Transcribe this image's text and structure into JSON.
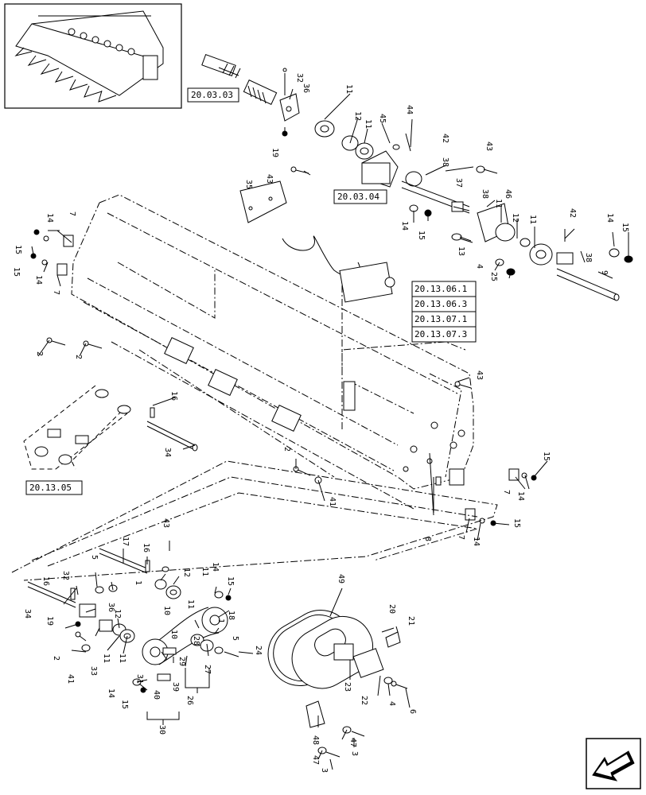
{
  "callouts": [
    {
      "id": "c32a",
      "text": "32"
    },
    {
      "id": "c36a",
      "text": "36"
    },
    {
      "id": "c19a",
      "text": "19"
    },
    {
      "id": "c11a",
      "text": "11"
    },
    {
      "id": "c12a",
      "text": "12"
    },
    {
      "id": "c11b",
      "text": "11"
    },
    {
      "id": "c45",
      "text": "45"
    },
    {
      "id": "c44",
      "text": "44"
    },
    {
      "id": "c42a",
      "text": "42"
    },
    {
      "id": "c43a",
      "text": "43"
    },
    {
      "id": "c38a",
      "text": "38"
    },
    {
      "id": "c37",
      "text": "37"
    },
    {
      "id": "c43b",
      "text": "43"
    },
    {
      "id": "c35",
      "text": "35"
    },
    {
      "id": "c38b",
      "text": "38"
    },
    {
      "id": "c46",
      "text": "46"
    },
    {
      "id": "c11c",
      "text": "11"
    },
    {
      "id": "c12b",
      "text": "12"
    },
    {
      "id": "c11d",
      "text": "11"
    },
    {
      "id": "c42b",
      "text": "42"
    },
    {
      "id": "c14a",
      "text": "14"
    },
    {
      "id": "c15a",
      "text": "15"
    },
    {
      "id": "c14b",
      "text": "14"
    },
    {
      "id": "c15b",
      "text": "15"
    },
    {
      "id": "c13",
      "text": "13"
    },
    {
      "id": "c4a",
      "text": "4"
    },
    {
      "id": "c25",
      "text": "25"
    },
    {
      "id": "c38c",
      "text": "38"
    },
    {
      "id": "c9",
      "text": "9"
    },
    {
      "id": "c14c",
      "text": "14"
    },
    {
      "id": "c7a",
      "text": "7"
    },
    {
      "id": "c15c",
      "text": "15"
    },
    {
      "id": "c15d",
      "text": "15"
    },
    {
      "id": "c14d",
      "text": "14"
    },
    {
      "id": "c7b",
      "text": "7"
    },
    {
      "id": "c2a",
      "text": "2"
    },
    {
      "id": "c2b",
      "text": "2"
    },
    {
      "id": "c43c",
      "text": "43"
    },
    {
      "id": "c16a",
      "text": "16"
    },
    {
      "id": "c34a",
      "text": "34"
    },
    {
      "id": "c2c",
      "text": "2"
    },
    {
      "id": "c41a",
      "text": "41"
    },
    {
      "id": "c8",
      "text": "8"
    },
    {
      "id": "c15e",
      "text": "15"
    },
    {
      "id": "c7c",
      "text": "7"
    },
    {
      "id": "c14e",
      "text": "14"
    },
    {
      "id": "c15f",
      "text": "15"
    },
    {
      "id": "c7d",
      "text": "7"
    },
    {
      "id": "c14f",
      "text": "14"
    },
    {
      "id": "c43d",
      "text": "43"
    },
    {
      "id": "c17",
      "text": "17"
    },
    {
      "id": "c16b",
      "text": "16"
    },
    {
      "id": "c5a",
      "text": "5"
    },
    {
      "id": "c32b",
      "text": "32"
    },
    {
      "id": "c1a",
      "text": "1"
    },
    {
      "id": "c12c",
      "text": "12"
    },
    {
      "id": "c11e",
      "text": "11"
    },
    {
      "id": "c14g",
      "text": "14"
    },
    {
      "id": "c15g",
      "text": "15"
    },
    {
      "id": "c16c",
      "text": "16"
    },
    {
      "id": "c34b",
      "text": "34"
    },
    {
      "id": "c36b",
      "text": "36"
    },
    {
      "id": "c10a",
      "text": "10"
    },
    {
      "id": "c18",
      "text": "18"
    },
    {
      "id": "c11f",
      "text": "11"
    },
    {
      "id": "c1b",
      "text": "1"
    },
    {
      "id": "c5b",
      "text": "5"
    },
    {
      "id": "c19b",
      "text": "19"
    },
    {
      "id": "c12d",
      "text": "12"
    },
    {
      "id": "c10b",
      "text": "10"
    },
    {
      "id": "c28",
      "text": "28"
    },
    {
      "id": "c24",
      "text": "24"
    },
    {
      "id": "c2d",
      "text": "2"
    },
    {
      "id": "c11g",
      "text": "11"
    },
    {
      "id": "c11h",
      "text": "11"
    },
    {
      "id": "c33",
      "text": "33"
    },
    {
      "id": "c41b",
      "text": "41"
    },
    {
      "id": "c29",
      "text": "29"
    },
    {
      "id": "c39",
      "text": "39"
    },
    {
      "id": "c27",
      "text": "27"
    },
    {
      "id": "c26",
      "text": "26"
    },
    {
      "id": "c31",
      "text": "31"
    },
    {
      "id": "c40",
      "text": "40"
    },
    {
      "id": "c14h",
      "text": "14"
    },
    {
      "id": "c15h",
      "text": "15"
    },
    {
      "id": "c30",
      "text": "30"
    },
    {
      "id": "c49",
      "text": "49"
    },
    {
      "id": "c20",
      "text": "20"
    },
    {
      "id": "c21",
      "text": "21"
    },
    {
      "id": "c23",
      "text": "23"
    },
    {
      "id": "c22",
      "text": "22"
    },
    {
      "id": "c4b",
      "text": "4"
    },
    {
      "id": "c6",
      "text": "6"
    },
    {
      "id": "c48",
      "text": "48"
    },
    {
      "id": "c47a",
      "text": "47"
    },
    {
      "id": "c3a",
      "text": "3"
    },
    {
      "id": "c47b",
      "text": "47"
    },
    {
      "id": "c3b",
      "text": "3"
    }
  ],
  "references": [
    {
      "id": "r1",
      "text": "20.03.03"
    },
    {
      "id": "r2",
      "text": "20.03.04"
    },
    {
      "id": "r3",
      "text": "20.13.06.1"
    },
    {
      "id": "r4",
      "text": "20.13.06.3"
    },
    {
      "id": "r5",
      "text": "20.13.07.1"
    },
    {
      "id": "r6",
      "text": "20.13.07.3"
    },
    {
      "id": "r7",
      "text": "20.13.05"
    }
  ],
  "icons": {
    "thumbnail": "corn-header-thumbnail",
    "nav": "next-page-arrow-icon"
  }
}
